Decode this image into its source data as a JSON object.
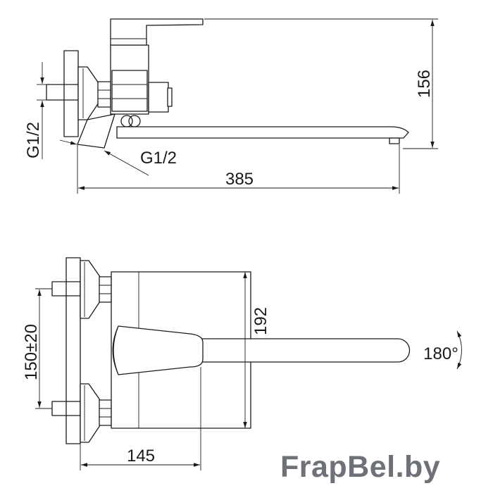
{
  "side_view": {
    "dim_height": "156",
    "dim_length": "385",
    "dim_thread_inlet": "G1/2",
    "dim_thread_outlet": "G1/2"
  },
  "top_view": {
    "dim_height": "192",
    "dim_centers": "150±20",
    "dim_depth": "145",
    "swivel_angle": "180°"
  },
  "watermark": "FrapBel.by",
  "colors": {
    "line": "#1a1a1a",
    "watermark": "#6e7178",
    "background": "#ffffff"
  }
}
